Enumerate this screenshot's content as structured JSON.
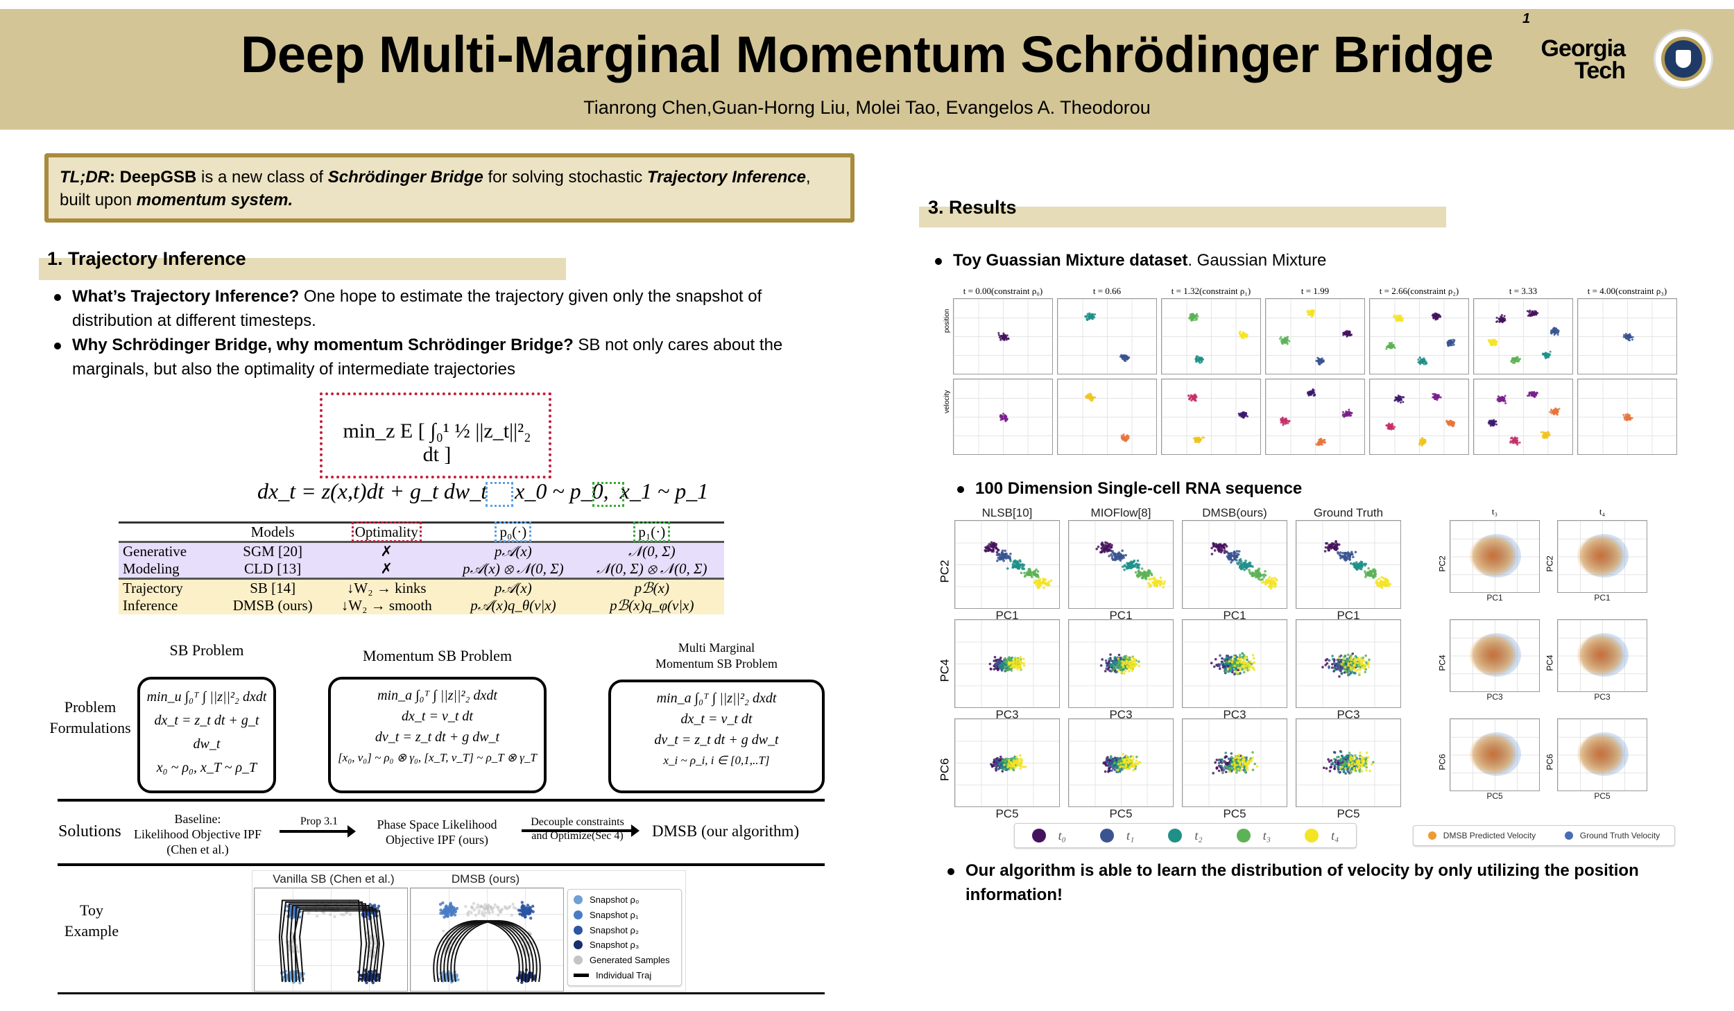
{
  "header": {
    "title": "Deep Multi-Marginal Momentum Schrödinger Bridge",
    "authors": "Tianrong Chen,Guan-Horng Liu, Molei Tao, Evangelos A. Theodorou",
    "footnote": "1",
    "logo_line1": "Georgia",
    "logo_line2": "Tech"
  },
  "tldr": {
    "p1": "TL;DR",
    "p2": ": ",
    "p3": "DeepGSB",
    "p4": " is a new class of ",
    "p5": "Schrödinger Bridge",
    "p6": " for solving stochastic ",
    "p7": "Trajectory Inference",
    "p8": ", built upon ",
    "p9": "momentum system."
  },
  "sec1": {
    "title": "1. Trajectory Inference",
    "b1_bold": "What’s Trajectory Inference?",
    "b1_text": " One hope to estimate the trajectory given only the snapshot of distribution at different timesteps.",
    "b2_bold": "Why Schrödinger Bridge, why momentum Schrödinger Bridge?",
    "b2_text": "  SB not only cares about the marginals, but also the optimality of intermediate trajectories",
    "objective": "min_z E [ ∫₀¹ ½ ||z_t||²₂ dt ]",
    "sde": "dx_t = z(x,t)dt + g_t dw_t     x_0 ~ p_0,  x_1 ~ p_1"
  },
  "table": {
    "headers": [
      "Models",
      "Optimality",
      "p₀(·)",
      "p₁(·)"
    ],
    "groups": [
      {
        "label1": "Generative",
        "label2": "Modeling",
        "rows": [
          [
            "SGM [20]",
            "✗",
            "p𝒜(x)",
            "𝒩(0, Σ)"
          ],
          [
            "CLD [13]",
            "✗",
            "p𝒜(x) ⊗ 𝒩(0, Σ)",
            "𝒩(0, Σ) ⊗ 𝒩(0, Σ)"
          ]
        ]
      },
      {
        "label1": "Trajectory",
        "label2": "Inference",
        "rows": [
          [
            "SB [14]",
            "↓W₂ → kinks",
            "p𝒜(x)",
            "pℬ(x)"
          ],
          [
            "DMSB (ours)",
            "↓W₂ → smooth",
            "p𝒜(x)q_θ(v|x)",
            "pℬ(x)q_φ(v|x)"
          ]
        ]
      }
    ]
  },
  "problems": {
    "row_label1": "Problem",
    "row_label2": "Formulations",
    "items": [
      {
        "title": "SB Problem",
        "l1": "min_u ∫₀ᵀ ∫ ||z||²₂ dxdt",
        "l2": "dx_t = z_t dt + g_t dw_t",
        "l3": "x₀ ~ ρ₀,   x_T ~ ρ_T"
      },
      {
        "title": "Momentum SB Problem",
        "l1": "min_a ∫₀ᵀ ∫ ||z||²₂ dxdt",
        "l2": "dx_t = v_t dt",
        "l3": "dv_t = z_t dt + g dw_t",
        "l4": "[x₀, v₀] ~ ρ₀ ⊗ γ₀,   [x_T, v_T] ~ ρ_T ⊗ γ_T"
      },
      {
        "title1": "Multi Marginal",
        "title2": "Momentum SB Problem",
        "l1": "min_a ∫₀ᵀ ∫ ||z||²₂ dxdt",
        "l2": "dx_t = v_t dt",
        "l3": "dv_t = z_t dt + g dw_t",
        "l4": "x_i ~ ρ_i,   i ∈ [0,1,..T]"
      }
    ]
  },
  "solutions": {
    "label": "Solutions",
    "baseline1": "Baseline:",
    "baseline2": "Likelihood Objective IPF",
    "baseline3": "(Chen et al.)",
    "arrow1": "Prop 3.1",
    "mid1": "Phase Space Likelihood",
    "mid2": "Objective  IPF (ours)",
    "arrow2a": "Decouple constraints",
    "arrow2b": "and Optimize(Sec 4)",
    "final": "DMSB (our algorithm)"
  },
  "toy": {
    "label1": "Toy",
    "label2": "Example",
    "plot1": "Vanilla SB (Chen et al.)",
    "plot2": "DMSB (ours)",
    "legend": [
      {
        "label": "Snapshot ρ₀",
        "color": "#6fa0d6"
      },
      {
        "label": "Snapshot ρ₁",
        "color": "#4a7cc4"
      },
      {
        "label": "Snapshot ρ₂",
        "color": "#2b55a5"
      },
      {
        "label": "Snapshot ρ₃",
        "color": "#172f70"
      },
      {
        "label": "Generated Samples",
        "color": "#c4c4c4"
      },
      {
        "label": "Individual Traj",
        "color": "#000000"
      }
    ]
  },
  "sec3": {
    "title": "3. Results",
    "b1_bold": "Toy Guassian Mixture dataset",
    "b1_text": ". Gaussian Mixture",
    "gm_titles": [
      "t = 0.00(constraint ρ₀)",
      "t = 0.66",
      "t = 1.32(constraint ρ₁)",
      "t = 1.99",
      "t = 2.66(constraint ρ₂)",
      "t = 3.33",
      "t = 4.00(constraint ρ₃)"
    ],
    "gm_rows": [
      "position",
      "velocity"
    ],
    "b2_bold": "100 Dimension Single-cell RNA sequence",
    "rna_cols": [
      "NLSB[10]",
      "MIOFlow[8]",
      "DMSB(ours)",
      "Ground  Truth"
    ],
    "rna_ylabels": [
      "PC2",
      "PC4",
      "PC6"
    ],
    "rna_xlabels": [
      "PC1",
      "PC3",
      "PC5"
    ],
    "vel_cols": [
      "t₃",
      "t₄"
    ],
    "legend": [
      {
        "label": "t₀",
        "color": "#45135e"
      },
      {
        "label": "t₁",
        "color": "#3a5491"
      },
      {
        "label": "t₂",
        "color": "#1f9088"
      },
      {
        "label": "t₃",
        "color": "#5cb256"
      },
      {
        "label": "t₄",
        "color": "#f5e423"
      }
    ],
    "vel_legend": [
      {
        "label": "DMSB Predicted Velocity",
        "color": "#ed9a33"
      },
      {
        "label": "Ground Truth Velocity",
        "color": "#4a6cb8"
      }
    ],
    "b3_bold": "Our algorithm is able to learn the distribution of velocity by only utilizing the position information!"
  },
  "colors": {
    "header_bg": "#d3c596",
    "tldr_border": "#a88b3c",
    "section_bar": "#e6dcb7"
  }
}
